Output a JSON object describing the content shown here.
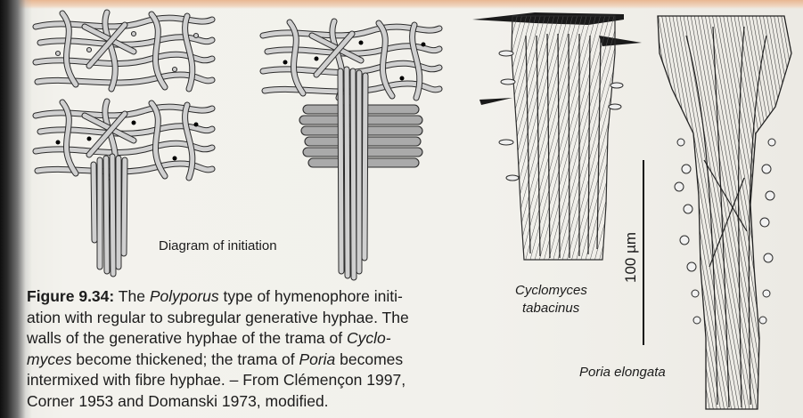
{
  "figure": {
    "label_initiation": "Diagram of initiation",
    "label_cyclomyces_line1": "Cyclomyces",
    "label_cyclomyces_line2": "tabacinus",
    "label_poria": "Poria elongata",
    "scale_bar_label": "100 µm"
  },
  "caption": {
    "figure_number": "Figure 9.34:",
    "lines": [
      [
        "The ",
        "Polyporus",
        " type of hymenophore initi-"
      ],
      [
        "ation with regular to subregular generative hyphae. The"
      ],
      [
        "walls of the generative hyphae of the trama of ",
        "Cyclo-"
      ],
      [
        "myces",
        " become thickened; the trama of ",
        "Poria",
        " becomes"
      ],
      [
        "intermixed with fibre hyphae. – From Clémençon 1997,"
      ],
      [
        "Corner 1953 and Domanski 1973, modified."
      ]
    ]
  },
  "colors": {
    "ink": "#1b1b1b",
    "hyphae_fill": "#cfcfcf",
    "hyphae_dark_fill": "#a9a9a9",
    "paper": "#f2f1ec"
  }
}
